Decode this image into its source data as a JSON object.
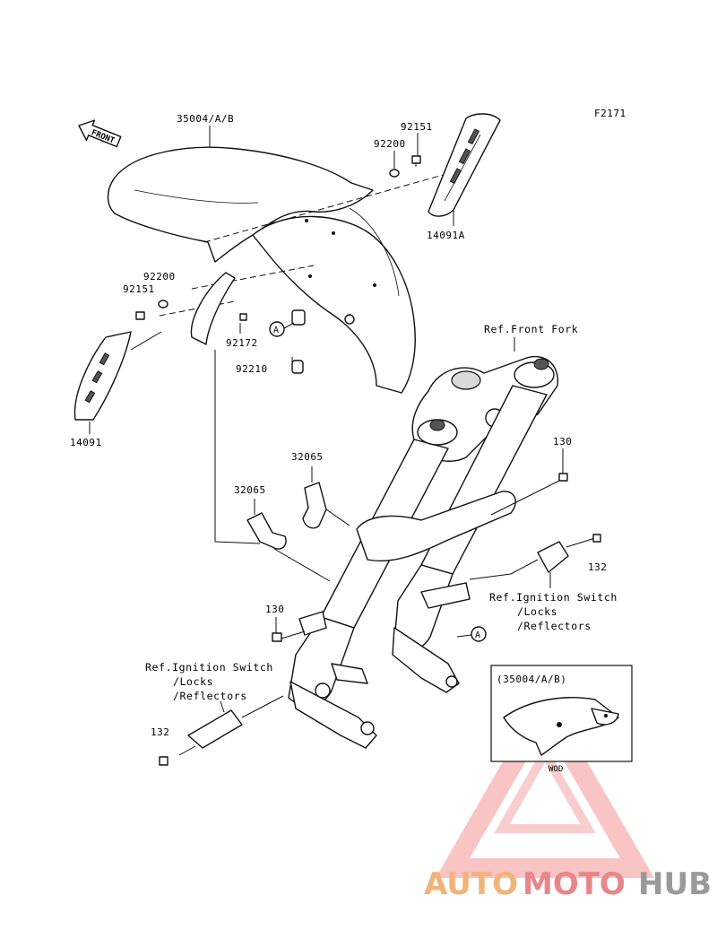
{
  "figure_code": "F2171",
  "front_label": "FRONT",
  "labels": {
    "fender": "35004/A/B",
    "washer_top": "92200",
    "bolt_top": "92151",
    "cover_right": "14091A",
    "washer_left": "92200",
    "bolt_left": "92151",
    "bolt_small": "92172",
    "nut_clip": "92210",
    "cover_left": "14091",
    "bracket_upper": "32065",
    "bracket_lower": "32065",
    "bolt_130_right": "130",
    "bolt_130_left": "130",
    "bolt_132_right": "132",
    "bolt_132_left": "132"
  },
  "refs": {
    "front_fork": "Ref.Front Fork",
    "ignition_right": [
      "Ref.Ignition Switch",
      "/Locks",
      "/Reflectors"
    ],
    "ignition_left": [
      "Ref.Ignition Switch",
      "/Locks",
      "/Reflectors"
    ]
  },
  "markers": {
    "a_top": "A",
    "a_bottom": "A"
  },
  "inset": {
    "title": "(35004/A/B)",
    "note": "WOD"
  },
  "watermark": {
    "part1": "AUTO",
    "part2": "MOTO",
    "part3": "HUB"
  }
}
